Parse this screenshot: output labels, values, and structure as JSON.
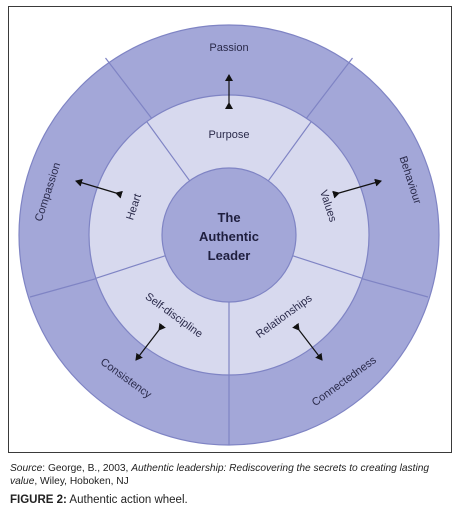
{
  "diagram": {
    "center": {
      "line1": "The",
      "line2": "Authentic",
      "line3": "Leader"
    },
    "inner": {
      "purpose": "Purpose",
      "values": "Values",
      "relationships": "Relationships",
      "self_discipline": "Self-discipline",
      "heart": "Heart"
    },
    "outer": {
      "passion": "Passion",
      "behaviour": "Behaviour",
      "connectedness": "Connectedness",
      "consistency": "Consistency",
      "compassion": "Compassion"
    },
    "colors": {
      "outer_ring": "#a3a7d8",
      "inner_ring": "#d7d9ee",
      "center": "#a3a7d8",
      "stroke": "#7f84c4"
    }
  },
  "source": {
    "label": "Source",
    "rest1": ": George, B., 2003, ",
    "title": "Authentic leadership: Rediscovering the secrets to creating lasting value",
    "rest2": ", Wiley, Hoboken, NJ"
  },
  "caption": {
    "label": "FIGURE 2:",
    "text": " Authentic action wheel."
  }
}
